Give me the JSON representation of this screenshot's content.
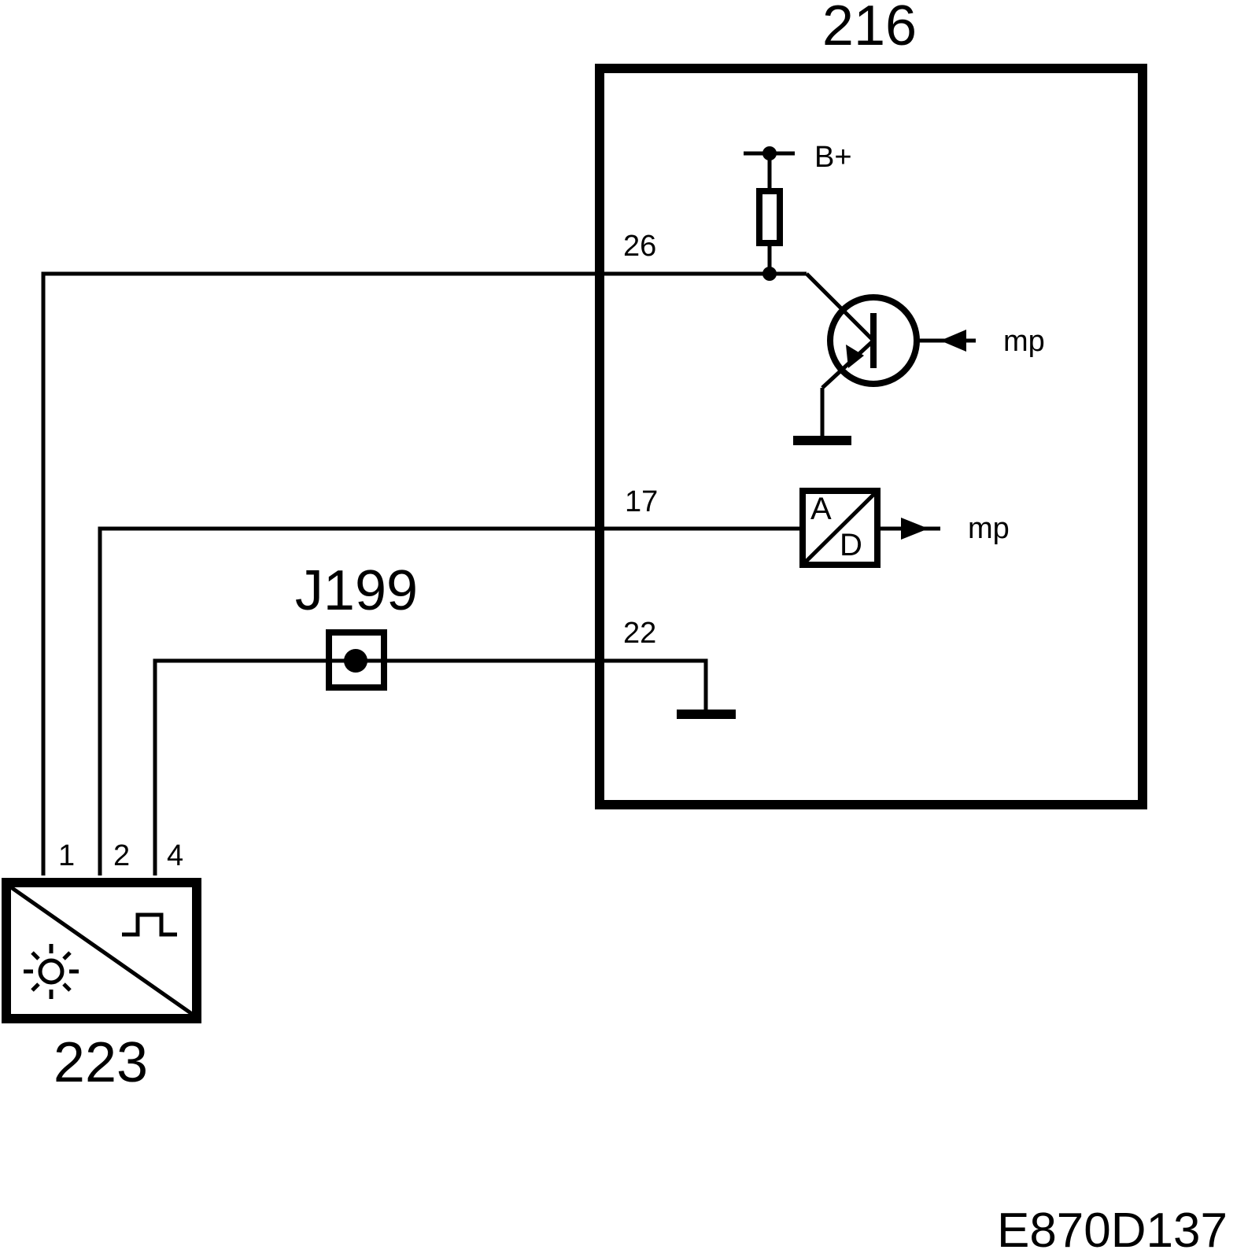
{
  "diagram": {
    "module_id": "216",
    "sensor_id": "223",
    "connector_id": "J199",
    "figure_code": "E870D137",
    "supply_label": "B+",
    "module_pins": {
      "pin_26": "26",
      "pin_17": "17",
      "pin_22": "22"
    },
    "sensor_pins": {
      "pin_1": "1",
      "pin_2": "2",
      "pin_4": "4"
    },
    "transistor_output_label": "mp",
    "adc_output_label": "mp",
    "adc_a_label": "A",
    "adc_d_label": "D"
  }
}
